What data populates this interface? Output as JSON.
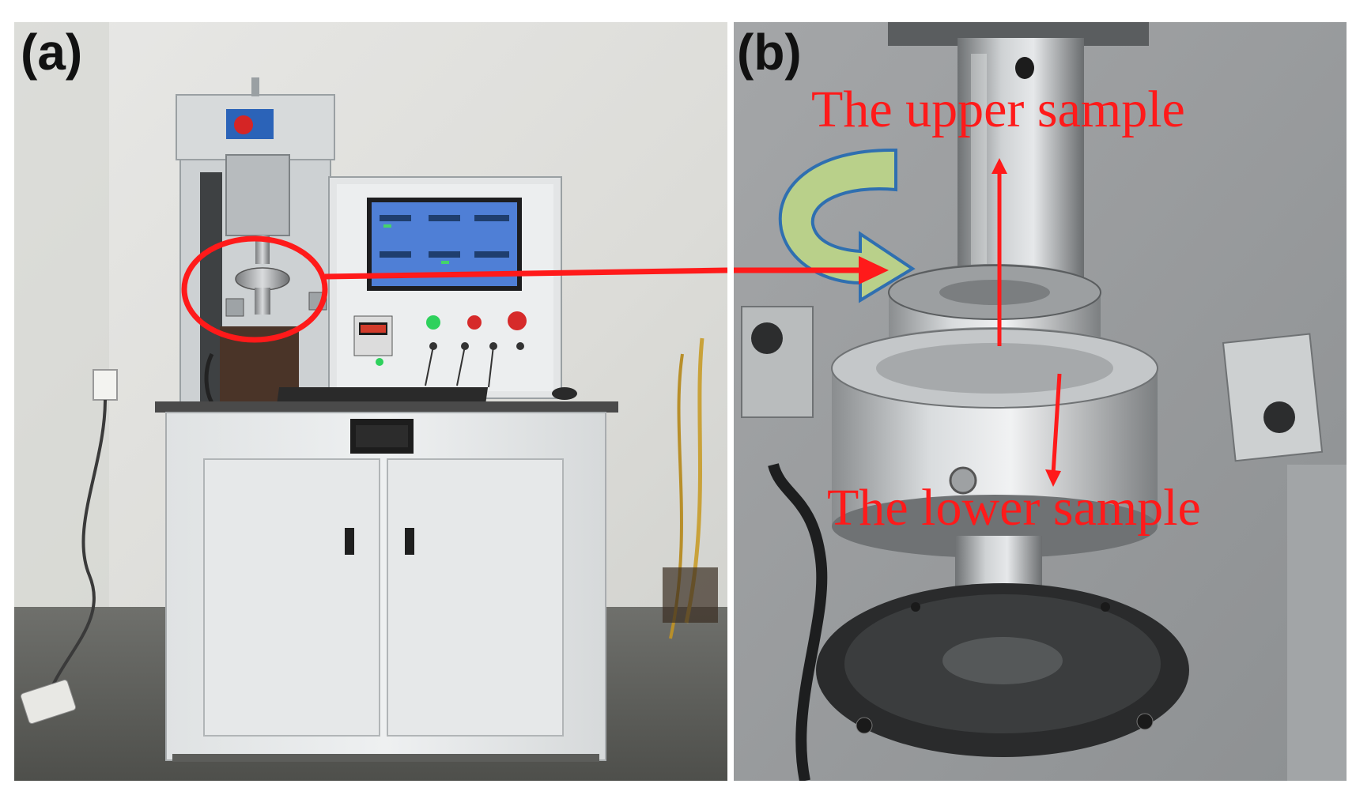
{
  "figure": {
    "panel_a": {
      "label": "(a)"
    },
    "panel_b": {
      "label": "(b)"
    },
    "annotations": {
      "upper_sample": "The upper sample",
      "lower_sample": "The lower sample"
    }
  },
  "colors": {
    "annotation_red": "#ff1a1a",
    "rotation_arrow_fill": "#b9d08a",
    "rotation_arrow_stroke": "#2f6fb0",
    "machine_body": "#e9ebec",
    "screen_blue": "#4f7fd6"
  }
}
